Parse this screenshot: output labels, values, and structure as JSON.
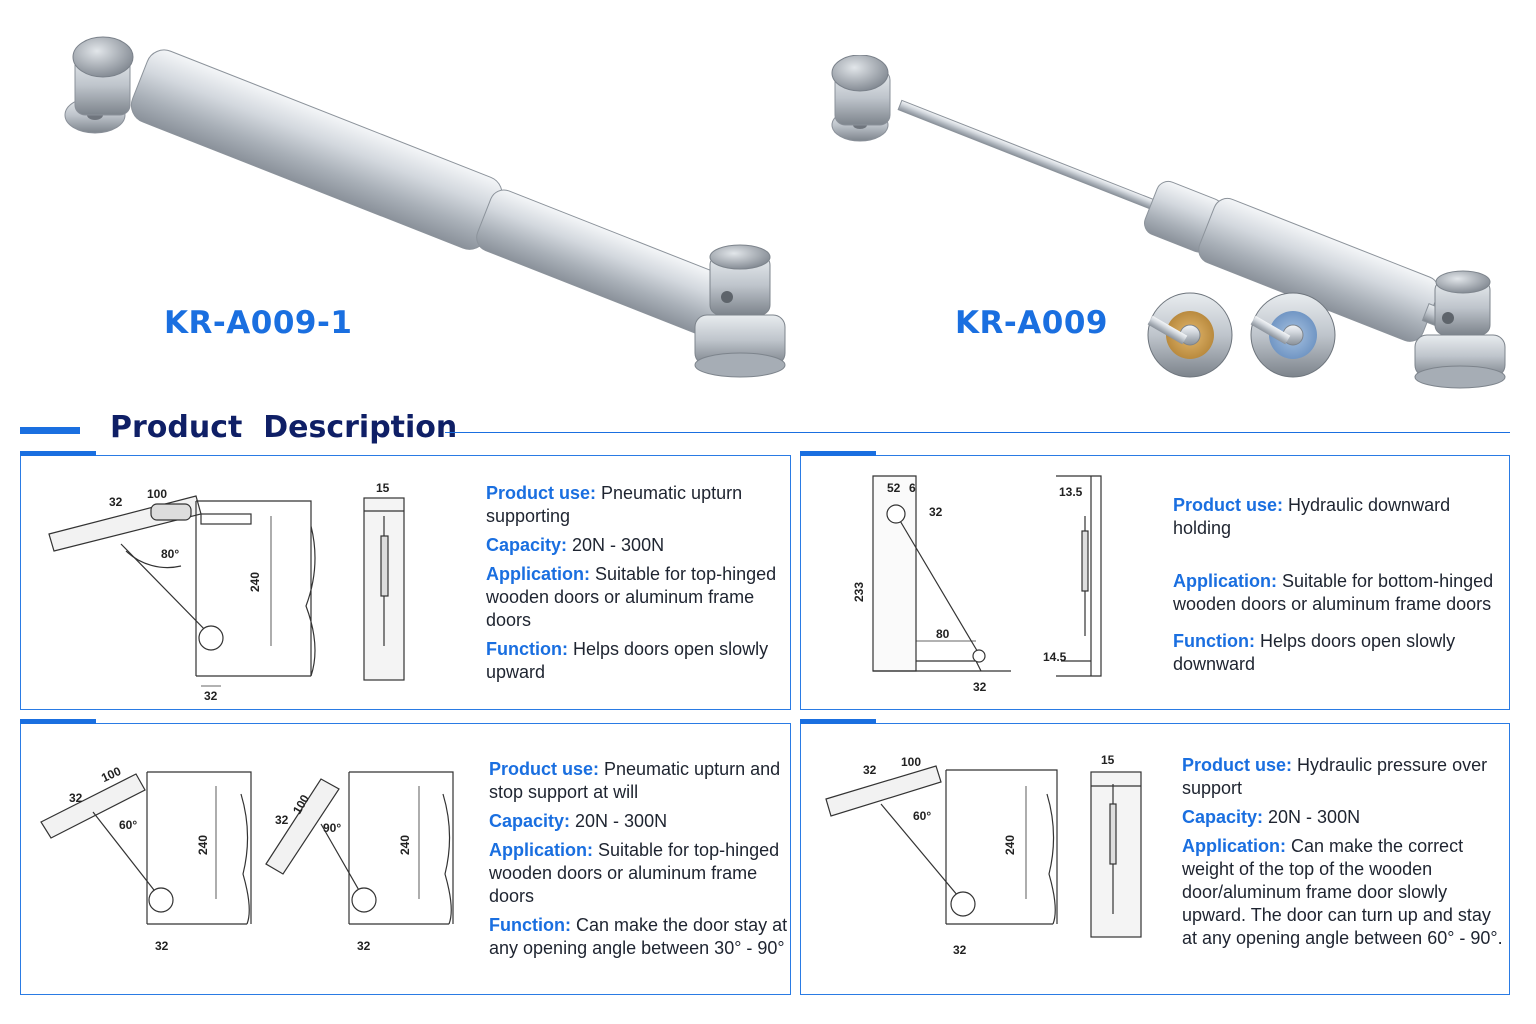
{
  "header": {
    "model_left": "KR-A009-1",
    "model_right": "KR-A009"
  },
  "section": {
    "title": "Product  Description"
  },
  "panels": [
    {
      "dims": {
        "a": "32",
        "b": "100",
        "angle": "80°",
        "height": "240",
        "base": "32",
        "side": "15"
      },
      "items": [
        {
          "key": "Product use:",
          "text": " Pneumatic upturn supporting"
        },
        {
          "key": "Capacity:",
          "text": " 20N - 300N"
        },
        {
          "key": "Application:",
          "text": " Suitable for top-hinged wooden doors or aluminum frame doors"
        },
        {
          "key": "Function:",
          "text": " Helps doors open slowly upward"
        }
      ]
    },
    {
      "dims": {
        "top_a": "52",
        "top_b": "6",
        "a": "32",
        "height": "233",
        "width": "80",
        "base": "32",
        "side_top": "13.5",
        "side_bottom": "14.5"
      },
      "items": [
        {
          "key": "Product use:",
          "text": " Hydraulic downward holding"
        },
        {
          "key": "Application:",
          "text": " Suitable for bottom-hinged wooden doors or aluminum frame doors"
        },
        {
          "key": "Function:",
          "text": " Helps doors open slowly downward"
        }
      ]
    },
    {
      "dims": {
        "a": "32",
        "b": "100",
        "angle1": "60°",
        "angle2": "90°",
        "height": "240",
        "base": "32"
      },
      "items": [
        {
          "key": "Product use:",
          "text": " Pneumatic upturn and stop support at will"
        },
        {
          "key": "Capacity:",
          "text": " 20N - 300N"
        },
        {
          "key": "Application:",
          "text": " Suitable for top-hinged wooden doors or aluminum frame doors"
        },
        {
          "key": "Function:",
          "text": " Can make the door stay at any opening angle between 30° - 90°"
        }
      ]
    },
    {
      "dims": {
        "a": "32",
        "b": "100",
        "angle": "60°",
        "height": "240",
        "base": "32",
        "side": "15"
      },
      "items": [
        {
          "key": "Product use:",
          "text": " Hydraulic pressure over support"
        },
        {
          "key": "Capacity:",
          "text": " 20N - 300N"
        },
        {
          "key": "Application:",
          "text": " Can make the correct weight of the top of the wooden door/aluminum frame door slowly upward. The door can turn up and stay at any opening angle between 60° - 90°."
        }
      ]
    }
  ],
  "colors": {
    "accent": "#1a6fe0",
    "title": "#0f1f66",
    "text": "#1e2430"
  }
}
